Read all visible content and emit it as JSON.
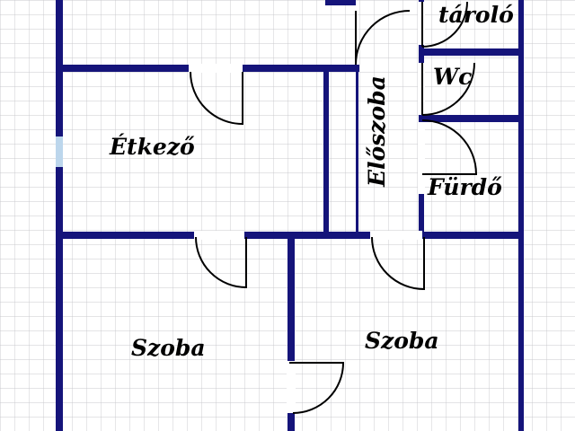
{
  "floor_plan": {
    "rooms": {
      "storage": "tároló",
      "wc": "Wc",
      "hallway": "Előszoba",
      "dining": "Étkező",
      "bathroom": "Fürdő",
      "room_left": "Szoba",
      "room_right": "Szoba"
    },
    "colors": {
      "wall": "#15147a",
      "grid": "#c8c8cc",
      "window": "#bcd6ec",
      "background": "#ffffff",
      "label": "#000000"
    }
  }
}
